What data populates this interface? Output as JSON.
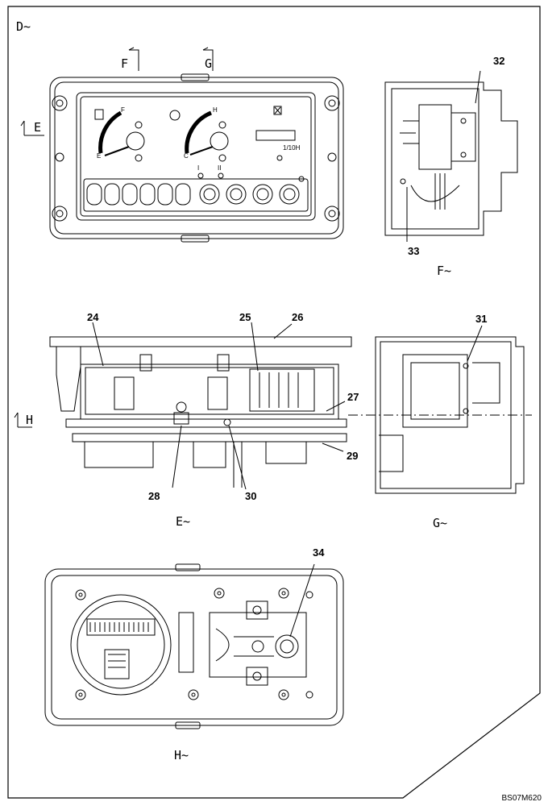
{
  "views": {
    "d": "D~",
    "e": "E~",
    "f": "F~",
    "g": "G~",
    "h": "H~"
  },
  "section_marks": {
    "f": "F",
    "g": "G",
    "e": "E",
    "h": "H"
  },
  "gauge_marks": {
    "fuel_full": "F",
    "fuel_empty": "E",
    "temp_hot": "H",
    "temp_cold": "C",
    "hour_meter_unit": "1/10H",
    "mode_one": "I",
    "mode_two": "II"
  },
  "callouts": [
    "24",
    "25",
    "26",
    "27",
    "28",
    "29",
    "30",
    "31",
    "32",
    "33",
    "34"
  ],
  "drawing_code": "BS07M620"
}
